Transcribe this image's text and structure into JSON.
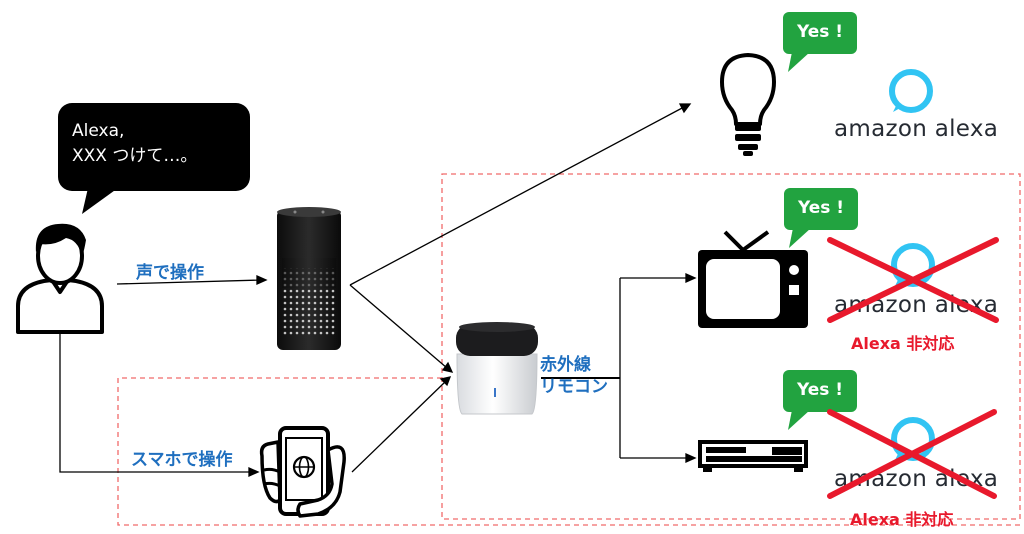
{
  "speech_bubble": {
    "line1": "Alexa,",
    "line2": "XXX つけて…。"
  },
  "labels": {
    "voice": "声で操作",
    "smartphone": "スマホで操作",
    "ir_line1": "赤外線",
    "ir_line2": "リモコン"
  },
  "devices": {
    "bulb": {
      "yes": "Yes !",
      "brand": "amazon alexa"
    },
    "tv": {
      "yes": "Yes !",
      "brand": "amazon alexa",
      "unsupported": "Alexa 非対応"
    },
    "recorder": {
      "yes": "Yes !",
      "brand": "amazon alexa",
      "unsupported": "Alexa 非対応"
    }
  },
  "colors": {
    "label_blue": "#1f6fbf",
    "unsupported_red": "#e8192c",
    "yes_green": "#22a340",
    "alexa_ring": "#31c4f3",
    "dashed_box": "#f06a6a"
  },
  "icons": [
    "person-icon",
    "echo-speaker-icon",
    "smartphone-icon",
    "ir-remote-hub-icon",
    "light-bulb-icon",
    "tv-icon",
    "set-top-box-icon",
    "alexa-logo-icon"
  ]
}
